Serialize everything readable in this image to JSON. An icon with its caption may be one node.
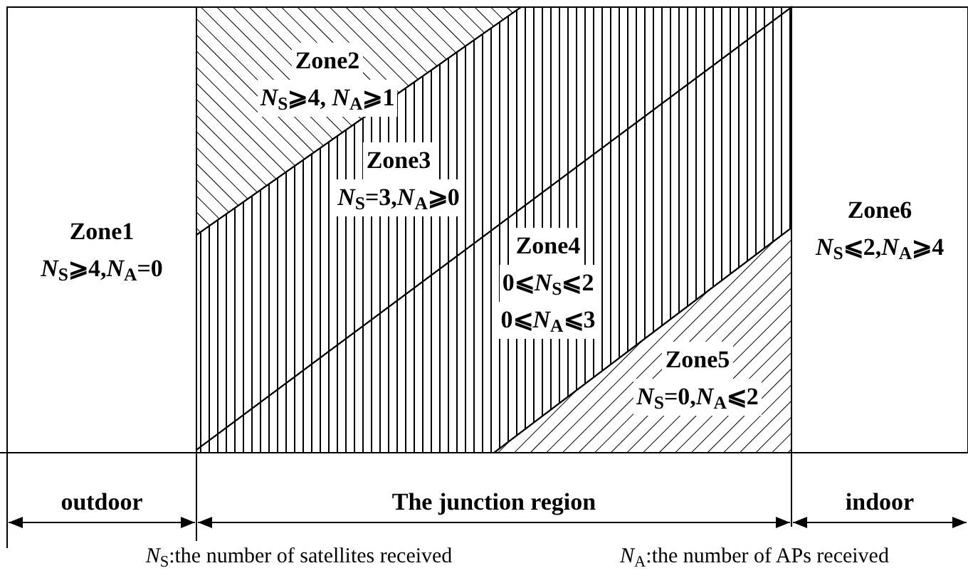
{
  "diagram": {
    "nodes": [
      {
        "text": [
          "Zone1",
          "*N*$_{S}$⩾4,*N*$_{A}$=0"
        ]
      },
      {
        "text": [
          "Zone2",
          "*N*$_{S}$⩾4, *N*$_{A}$⩾1"
        ]
      },
      {
        "text": [
          "Zone3",
          "*N*$_{S}$=3,*N*$_{A}$⩾0"
        ]
      },
      {
        "text": [
          "Zone4",
          "0⩽*N*$_{S}$⩽2",
          "0⩽*N*$_{A}$⩽3"
        ]
      },
      {
        "text": [
          "Zone5",
          "*N*$_{S}$=0,*N*$_{A}$⩽2"
        ]
      },
      {
        "text": [
          "Zone6",
          "*N*$_{S}$⩽2,*N*$_{A}$⩾4"
        ]
      }
    ],
    "edges": [],
    "labels": [
      "outdoor",
      "The junction region",
      "indoor",
      "*N*$_{S}$:the number of satellites received",
      "*N*$_{A}$:the number of APs received"
    ]
  }
}
